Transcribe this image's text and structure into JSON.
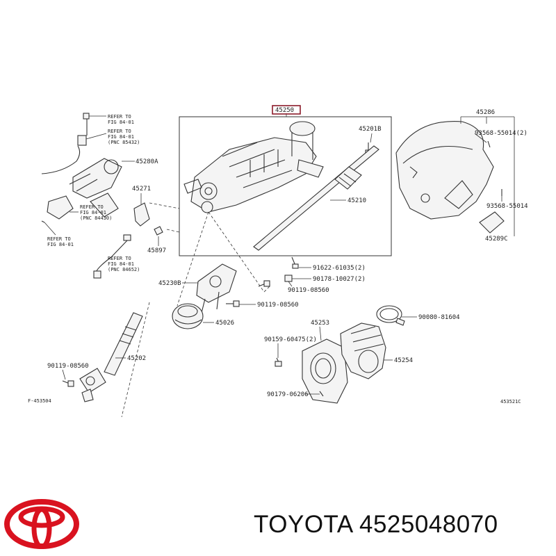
{
  "diagram": {
    "labels": {
      "p45250": "45250",
      "p45201B": "45201B",
      "p45210": "45210",
      "p45286": "45286",
      "p93568a": "93568-55014(2)",
      "p93568b": "93568-55014",
      "p45289C": "45289C",
      "p45280A": "45280A",
      "p45271": "45271",
      "p45897": "45897",
      "p91622": "91622-61035(2)",
      "p90178a": "90178-10027(2)",
      "p90119a": "90119-08560",
      "p45230B": "45230B",
      "p90119b": "90119-08560",
      "p45026": "45026",
      "p90080": "90080-81604",
      "p45253": "45253",
      "p90159": "90159-60475(2)",
      "p45254": "45254",
      "p45202": "45202",
      "p90119c": "90119-08560",
      "p90179": "90179-06206",
      "ref_l": "F-453504",
      "ref_r": "453521C",
      "refer1_a": "REFER TO",
      "refer1_b": "FIG 84-01",
      "refer2_a": "REFER TO",
      "refer2_b": "FIG 84-01",
      "refer2_c": "(PNC 85432)",
      "refer3_a": "REFER TO",
      "refer3_b": "FIG 84-01",
      "refer3_c": "(PNC 84430)",
      "refer4_a": "REFER TO",
      "refer4_b": "FIG 84-01",
      "refer5_a": "REFER TO",
      "refer5_b": "FIG 84-01",
      "refer5_c": "(PNC 84652)"
    }
  },
  "footer": {
    "brand": "TOYOTA",
    "part_number": "4525048070",
    "logo_icon": "toyota-logo-icon",
    "logo_color": "#d9121f"
  }
}
